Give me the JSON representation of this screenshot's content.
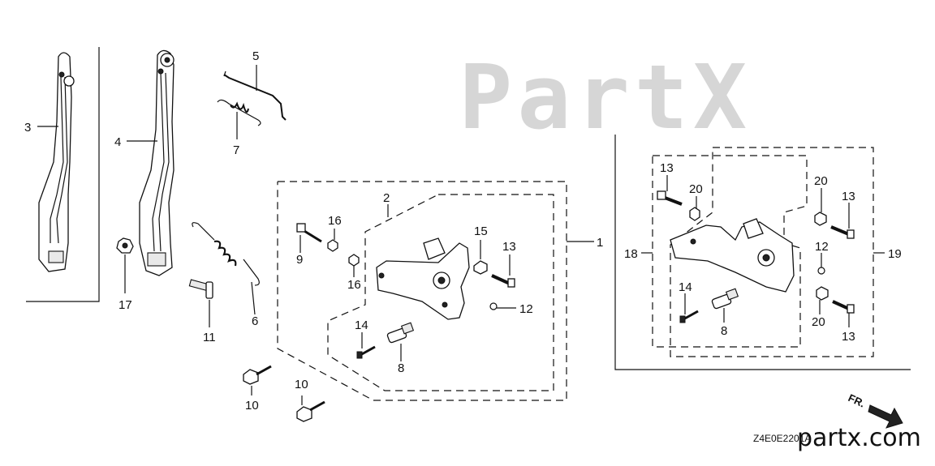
{
  "watermark": "PartX",
  "brand": "partx.com",
  "diagram_code": "Z4E0E2201A",
  "front_marker": "FR.",
  "callouts": {
    "c1": "1",
    "c2": "2",
    "c3": "3",
    "c4": "4",
    "c5": "5",
    "c6": "6",
    "c7": "7",
    "c8a": "8",
    "c8b": "8",
    "c9": "9",
    "c10a": "10",
    "c10b": "10",
    "c11": "11",
    "c12a": "12",
    "c12b": "12",
    "c13a": "13",
    "c13b": "13",
    "c13c": "13",
    "c13d": "13",
    "c14a": "14",
    "c14b": "14",
    "c15": "15",
    "c16a": "16",
    "c16b": "16",
    "c17": "17",
    "c18": "18",
    "c19": "19",
    "c20a": "20",
    "c20b": "20",
    "c20c": "20"
  }
}
